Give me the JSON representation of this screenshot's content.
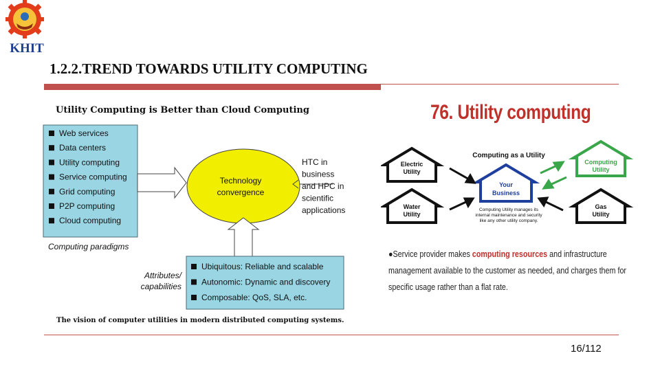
{
  "logo": {
    "text": "KHIT"
  },
  "slide": {
    "title": "1.2.2.TREND TOWARDS UTILITY COMPUTING",
    "subtitle": "Utility Computing is Better than Cloud Computing",
    "caption": "The vision of computer utilities in modern distributed computing systems.",
    "page_number": "16/112"
  },
  "diagram": {
    "paradigms": [
      "Web services",
      "Data centers",
      "Utility computing",
      "Service computing",
      "Grid computing",
      "P2P computing",
      "Cloud computing"
    ],
    "paradigms_label": "Computing paradigms",
    "convergence_line1": "Technology",
    "convergence_line2": "convergence",
    "htc_lines": [
      "HTC in",
      "business",
      "and HPC in",
      "scientific",
      "applications"
    ],
    "attributes": [
      "Ubiquitous: Reliable and scalable",
      "Autonomic: Dynamic and discovery",
      "Composable: QoS, SLA, etc."
    ],
    "attributes_label_line1": "Attributes/",
    "attributes_label_line2": "capabilities"
  },
  "utility_panel": {
    "heading": "76. Utility computing",
    "computing_as_utility": "Computing as a Utility",
    "electric_1": "Electric",
    "electric_2": "Utility",
    "water_1": "Water",
    "water_2": "Utility",
    "your_1": "Your",
    "your_2": "Business",
    "computing_1": "Computing",
    "computing_2": "Utility",
    "gas_1": "Gas",
    "gas_2": "Utility",
    "note_lines": [
      "Computing Utility manages its",
      "internal maintenance and security",
      "like any other utility company."
    ],
    "bullet_prefix": "Service provider makes ",
    "bullet_highlight": "computing resources",
    "bullet_rest": " and infrastructure management available to the customer as needed, and charges them for specific usage rather than a flat rate."
  },
  "colors": {
    "accent_red": "#c0504d",
    "box_blue": "#99d5e3",
    "ellipse_yellow": "#f2ee00",
    "house_blue": "#1f3f9f",
    "house_green": "#3aa64a"
  }
}
